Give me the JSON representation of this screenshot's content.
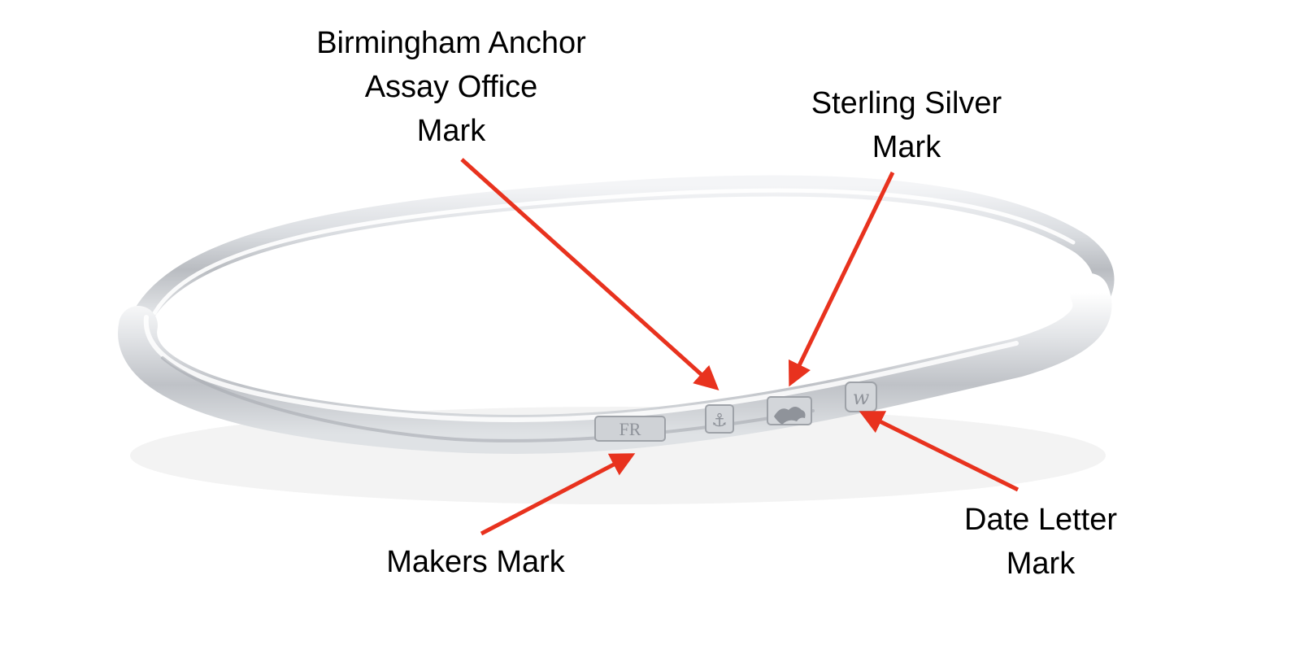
{
  "labels": {
    "birmingham": [
      "Birmingham Anchor",
      "Assay Office",
      "Mark"
    ],
    "sterling": [
      "Sterling Silver",
      "Mark"
    ],
    "makers": [
      "Makers Mark"
    ],
    "date": [
      "Date Letter",
      "Mark"
    ]
  },
  "hallmarks": {
    "makers_initials": "FR",
    "date_letter": "w"
  },
  "colors": {
    "arrow": "#e8321e",
    "background": "#ffffff",
    "silver": "#c9ccd0"
  }
}
